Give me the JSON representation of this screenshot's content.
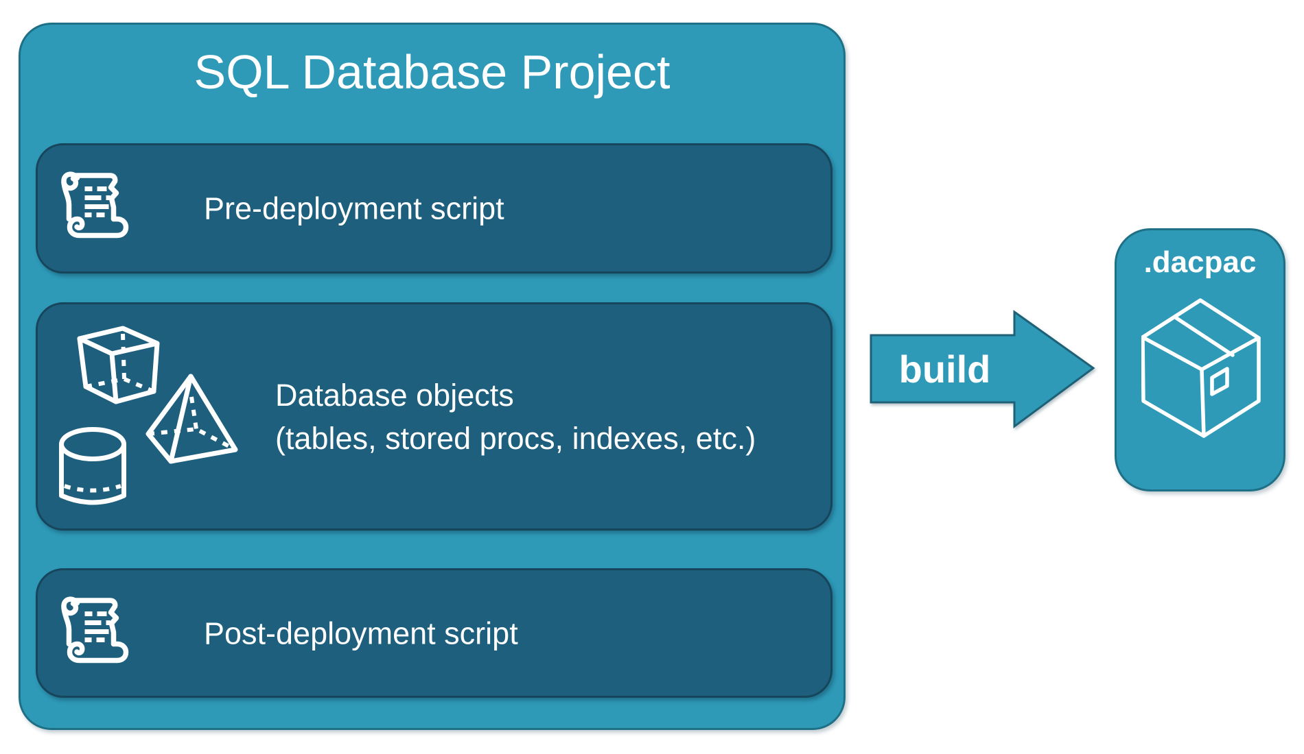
{
  "colors": {
    "background": "#ffffff",
    "container_fill": "#2E9AB8",
    "container_border": "#1E7086",
    "panel_fill": "#1D5F7D",
    "panel_border": "#16455C",
    "text": "#ffffff"
  },
  "project": {
    "title": "SQL Database Project",
    "items": [
      {
        "icon": "scroll-icon",
        "label": "Pre-deployment script"
      },
      {
        "icon": "geometric-shapes-icons",
        "label_line1": "Database objects",
        "label_line2": "(tables, stored procs, indexes, etc.)"
      },
      {
        "icon": "scroll-icon",
        "label": "Post-deployment script"
      }
    ]
  },
  "arrow": {
    "label": "build"
  },
  "output": {
    "title": ".dacpac",
    "icon": "package-icon"
  }
}
